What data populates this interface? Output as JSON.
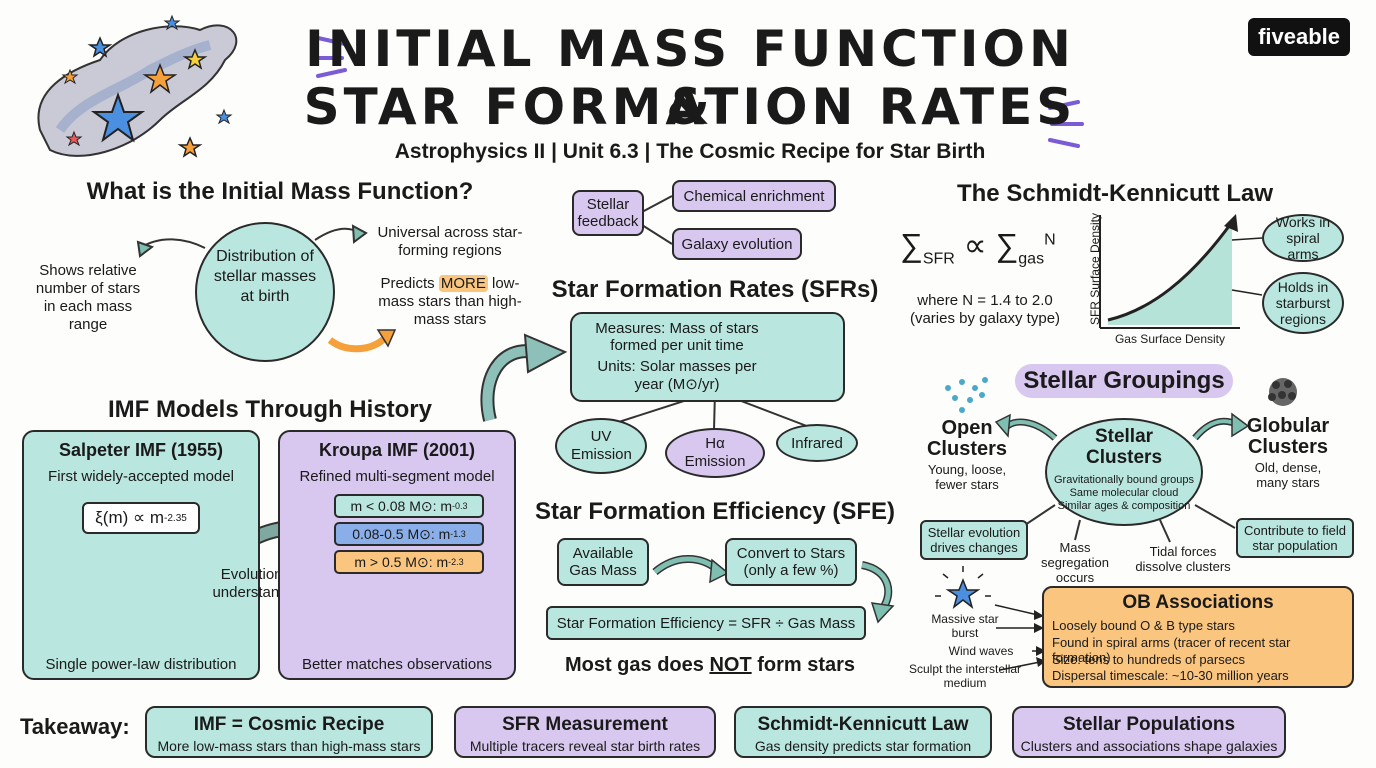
{
  "header": {
    "title_line1": "INITIAL MASS FUNCTION &",
    "title_line2": "STAR FORMATION RATES",
    "subtitle": "Astrophysics II | Unit 6.3 | The Cosmic Recipe for Star Birth",
    "logo": "fiveable"
  },
  "imf": {
    "heading": "What is the Initial Mass Function?",
    "center": "Distribution of stellar masses at birth",
    "left": "Shows relative number of stars in each mass range",
    "right_top": "Universal across star-forming regions",
    "right_bottom_pre": "Predicts",
    "right_bottom_hl": "MORE",
    "right_bottom_post": "low-mass stars than high-mass stars"
  },
  "imf_models": {
    "heading": "IMF Models Through History",
    "salpeter_title": "Salpeter IMF (1955)",
    "salpeter_sub": "First widely-accepted model",
    "salpeter_formula": "ξ(m) ∝ m",
    "salpeter_exp": "-2.35",
    "salpeter_footer": "Single power-law distribution",
    "evolution": "Evolution of understanding",
    "kroupa_title": "Kroupa IMF (2001)",
    "kroupa_sub": "Refined multi-segment model",
    "seg1": "m < 0.08 M⊙: m",
    "seg1_exp": "-0.3",
    "seg2": "0.08-0.5 M⊙: m",
    "seg2_exp": "-1.3",
    "seg3": "m > 0.5 M⊙: m",
    "seg3_exp": "-2.3",
    "kroupa_footer": "Better matches observations"
  },
  "sfr": {
    "feedback": "Stellar feedback",
    "chem": "Chemical enrichment",
    "galaxy": "Galaxy evolution",
    "heading": "Star Formation Rates (SFRs)",
    "measures": "Measures: Mass of stars formed per unit time",
    "units": "Units: Solar masses per year (M⊙/yr)",
    "uv": "UV Emission",
    "ha": "Hα Emission",
    "ir": "Infrared"
  },
  "sfe": {
    "heading": "Star Formation Efficiency (SFE)",
    "gas": "Available Gas Mass",
    "convert": "Convert to Stars (only a few %)",
    "formula": "Star Formation Efficiency = SFR ÷ Gas Mass",
    "note_pre": "Most gas does",
    "note_not": "NOT",
    "note_post": "form stars"
  },
  "schmidt": {
    "heading": "The Schmidt-Kennicutt Law",
    "sigma": "∑",
    "sfr_sub": "SFR",
    "prop": "∝",
    "gas_sub": "gas",
    "n_sup": "N",
    "where": "where N = 1.4 to 2.0 (varies by galaxy type)",
    "ylabel": "SFR Surface Density",
    "xlabel": "Gas Surface Density",
    "spiral": "Works in spiral arms",
    "starburst": "Holds in starburst regions"
  },
  "groupings": {
    "heading": "Stellar Groupings",
    "center_title": "Stellar Clusters",
    "center_l1": "Gravitationally bound groups",
    "center_l2": "Same molecular cloud",
    "center_l3": "Similar ages & composition",
    "open_title": "Open Clusters",
    "open_sub": "Young, loose, fewer stars",
    "glob_title": "Globular Clusters",
    "glob_sub": "Old, dense, many stars",
    "evolution": "Stellar evolution drives changes",
    "mass_seg": "Mass segregation occurs",
    "tidal": "Tidal forces dissolve clusters",
    "field": "Contribute to field star population",
    "ob_title": "OB Associations",
    "ob1": "Loosely bound O & B type stars",
    "ob2": "Found in spiral arms (tracer of recent star formation)",
    "ob3": "Size: tens to hundreds of parsecs",
    "ob4": "Dispersal timescale: ~10-30 million years",
    "massive": "Massive star burst",
    "wind": "Wind waves",
    "sculpt": "Sculpt the interstellar medium"
  },
  "takeaway": {
    "label": "Takeaway:",
    "cards": [
      {
        "title": "IMF = Cosmic Recipe",
        "sub": "More low-mass stars than high-mass stars"
      },
      {
        "title": "SFR Measurement",
        "sub": "Multiple tracers reveal star birth rates"
      },
      {
        "title": "Schmidt-Kennicutt Law",
        "sub": "Gas density predicts star formation"
      },
      {
        "title": "Stellar Populations",
        "sub": "Clusters and associations shape galaxies"
      }
    ]
  }
}
